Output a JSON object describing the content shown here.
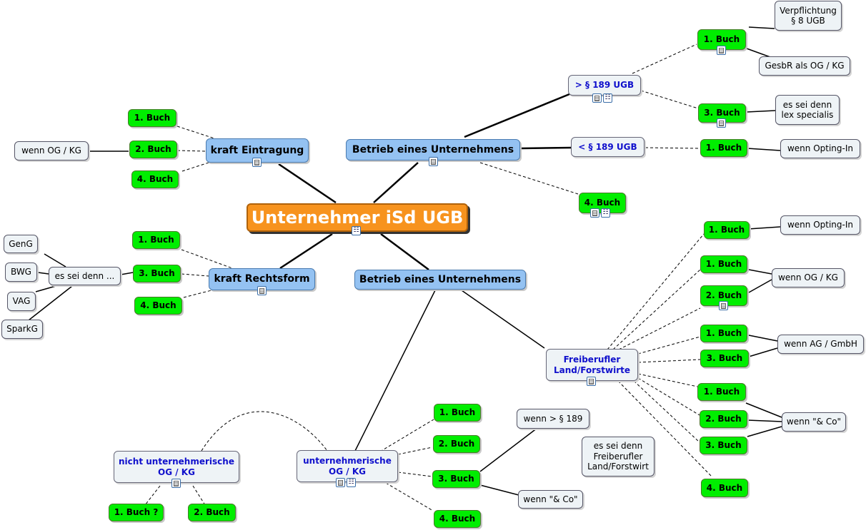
{
  "central": {
    "label": "Unternehmer iSd UGB"
  },
  "nodes": {
    "kraft_eintragung": "kraft Eintragung",
    "ke_buch1": "1. Buch",
    "ke_buch2": "2. Buch",
    "ke_buch4": "4. Buch",
    "ke_wenn_og_kg": "wenn OG / KG",
    "betrieb_top": "Betrieb eines Unternehmens",
    "gt189": "> § 189 UGB",
    "gt_buch1": "1. Buch",
    "verpflichtung": "Verpflichtung\n§ 8 UGB",
    "gesbr": "GesbR als OG / KG",
    "gt_buch3": "3. Buch",
    "lex": "es sei denn\nlex specialis",
    "lt189": "< § 189 UGB",
    "lt_buch1": "1. Buch",
    "lt_opting": "wenn Opting-In",
    "bt_buch4": "4. Buch",
    "kraft_rechtsform": "kraft Rechtsform",
    "kr_buch1": "1. Buch",
    "kr_buch3": "3. Buch",
    "kr_buch4": "4. Buch",
    "es_sei_denn": "es sei denn ...",
    "geng": "GenG",
    "bwg": "BWG",
    "vag": "VAG",
    "sparkg": "SparkG",
    "betrieb_bottom": "Betrieb eines Unternehmens",
    "freiberufler": "Freiberufler\nLand/Forstwirte",
    "fb_buch1a": "1. Buch",
    "fb_opting": "wenn Opting-In",
    "fb_buch1b": "1. Buch",
    "fb_buch2": "2. Buch",
    "fb_og_kg": "wenn OG / KG",
    "fb_buch1c": "1. Buch",
    "fb_buch3a": "3. Buch",
    "fb_ag": "wenn AG / GmbH",
    "fb_buch1d": "1. Buch",
    "fb_buch2b": "2. Buch",
    "fb_buch3b": "3. Buch",
    "fb_co": "wenn \"& Co\"",
    "fb_buch4": "4. Buch",
    "unternehmerisch": "unternehmerische\nOG / KG",
    "u_buch1": "1. Buch",
    "u_buch2": "2. Buch",
    "u_buch3": "3. Buch",
    "u_buch4": "4. Buch",
    "u_gt189": "wenn > § 189",
    "u_freiberufler": "es sei denn\nFreiberufler\nLand/Forstwirt",
    "u_co": "wenn \"& Co\"",
    "nicht_unternehmerisch": "nicht unternehmerische\nOG / KG",
    "nu_buch1": "1. Buch ?",
    "nu_buch2": "2. Buch"
  },
  "colors": {
    "central_fill": "#f7931e",
    "topic_fill": "#94c2f2",
    "leaf_fill": "#00ee00",
    "note_fill": "#eef3f6",
    "subtopic_text": "#1010cc"
  },
  "icons": [
    "note-icon",
    "link-icon"
  ]
}
